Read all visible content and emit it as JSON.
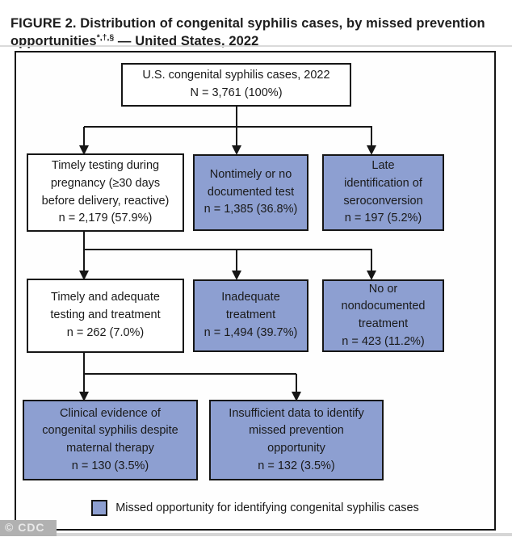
{
  "title": {
    "part1": "FIGURE 2. Distribution of congenital syphilis cases, by missed prevention\nopportunities",
    "superscript": "*,†,§",
    "part2": " — United States, 2022"
  },
  "colors": {
    "missed_opportunity_fill": "#8d9fd1",
    "box_border": "#161616",
    "background": "#ffffff"
  },
  "nodes": {
    "root": {
      "label": "U.S. congenital syphilis cases, 2022",
      "value": "N = 3,761 (100%)"
    },
    "timely_testing": {
      "label": "Timely testing during\npregnancy (≥30 days\nbefore delivery, reactive)",
      "value": "n = 2,179 (57.9%)"
    },
    "nontimely_test": {
      "label": "Nontimely or no\ndocumented test",
      "value": "n = 1,385 (36.8%)"
    },
    "late_seroconversion": {
      "label": "Late\nidentification of\nseroconversion",
      "value": "n = 197 (5.2%)"
    },
    "timely_adequate": {
      "label": "Timely and adequate\ntesting and treatment",
      "value": "n = 262 (7.0%)"
    },
    "inadequate_treatment": {
      "label": "Inadequate\ntreatment",
      "value": "n = 1,494 (39.7%)"
    },
    "no_treatment": {
      "label": "No or\nnondocumented\ntreatment",
      "value": "n = 423 (11.2%)"
    },
    "clinical_evidence": {
      "label": "Clinical evidence of\ncongenital syphilis despite\nmaternal therapy",
      "value": "n = 130 (3.5%)"
    },
    "insufficient_data": {
      "label": "Insufficient data to identify\nmissed prevention\nopportunity",
      "value": "n = 132 (3.5%)"
    }
  },
  "legend": {
    "label": "Missed opportunity for identifying congenital syphilis cases"
  },
  "watermark": {
    "text": "© CDC"
  }
}
